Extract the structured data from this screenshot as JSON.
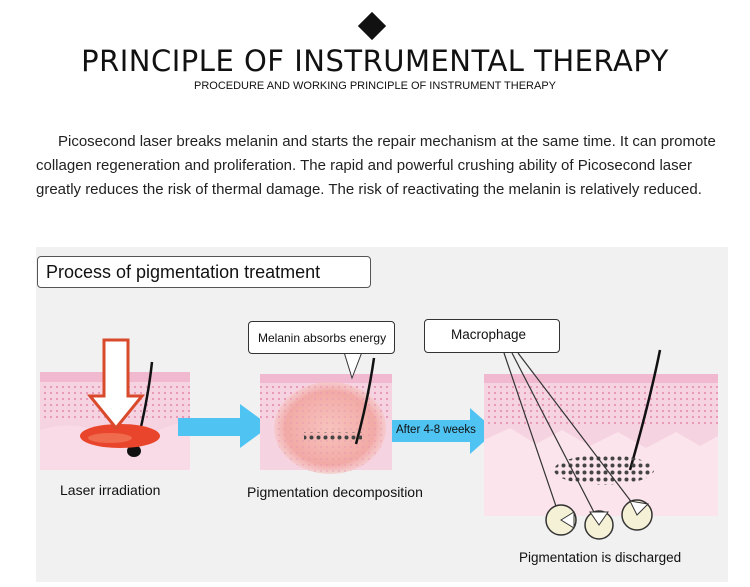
{
  "header": {
    "title": "PRINCIPLE OF INSTRUMENTAL THERAPY",
    "subtitle": "PROCEDURE AND WORKING PRINCIPLE OF INSTRUMENT THERAPY"
  },
  "description": "Picosecond laser breaks melanin and starts the repair mechanism at the same time. It can promote collagen regeneration and proliferation. The rapid and powerful crushing ability of Picosecond laser greatly reduces the risk of thermal damage. The risk of reactivating the melanin is relatively reduced.",
  "diagram": {
    "heading": "Process of pigmentation treatment",
    "stages": [
      {
        "label": "Laser irradiation"
      },
      {
        "label": "Pigmentation decomposition",
        "callout": "Melanin absorbs energy"
      },
      {
        "label": "Pigmentation is discharged",
        "callout": "Macrophage"
      }
    ],
    "transition_label": "After 4-8 weeks",
    "colors": {
      "skin_pink": "#f2c9d9",
      "skin_dots": "#e48cb0",
      "laser_red": "#e8452c",
      "arrow_blue": "#4fc4f2",
      "glow": "#f3b0ad"
    }
  }
}
